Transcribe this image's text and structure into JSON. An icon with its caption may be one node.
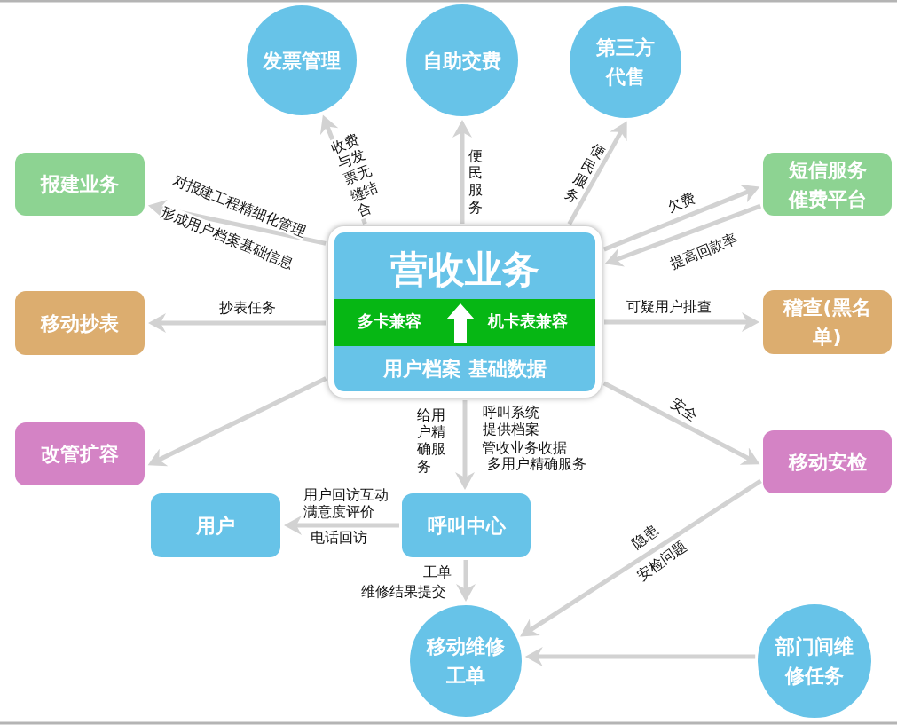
{
  "diagram": {
    "nodes": [
      {
        "text": [
          "营收业务",
          "用户档案 基础数据"
        ]
      },
      {
        "text": [
          "多卡兼容",
          "机卡表兼容"
        ],
        "in": 0
      },
      {
        "text": [
          "发票管理"
        ]
      },
      {
        "text": [
          "自助交费"
        ]
      },
      {
        "text": [
          "第三方代售"
        ]
      },
      {
        "text": [
          "报建业务"
        ]
      },
      {
        "text": [
          "短信服务催费平台"
        ]
      },
      {
        "text": [
          "移动抄表"
        ]
      },
      {
        "text": [
          "稽查(黑名单)"
        ]
      },
      {
        "text": [
          "改管扩容"
        ]
      },
      {
        "text": [
          "移动安检"
        ]
      },
      {
        "text": [
          "用户"
        ]
      },
      {
        "text": [
          "呼叫中心"
        ]
      },
      {
        "text": [
          "移动维修工单"
        ]
      },
      {
        "text": [
          "部门间维修任务"
        ]
      }
    ],
    "edges": [
      {
        "from": 0,
        "to": 2,
        "arrow": "to",
        "label": "收费与发票无缝结合"
      },
      {
        "from": 0,
        "to": 3,
        "arrow": "to",
        "label": "便民服务"
      },
      {
        "from": 0,
        "to": 4,
        "arrow": "to",
        "label": "便民服务"
      },
      {
        "from": 0,
        "to": 5,
        "arrow": "to",
        "label": "对报建工程精细化管理"
      },
      {
        "from": 0,
        "to": 6,
        "arrow": "to",
        "label": "欠费"
      },
      {
        "from": 6,
        "to": 0,
        "arrow": "to",
        "label": "提高回款率"
      },
      {
        "from": 0,
        "to": 7,
        "arrow": "to",
        "label": "抄表任务"
      },
      {
        "from": 0,
        "to": 8,
        "arrow": "to",
        "label": "可疑用户排查"
      },
      {
        "from": 0,
        "to": 9,
        "arrow": "to"
      },
      {
        "from": 0,
        "to": 10,
        "arrow": "to",
        "label": "安全"
      },
      {
        "from": 0,
        "to": 12,
        "arrow": "to",
        "label": "给用户精确服务"
      },
      {
        "from": 12,
        "to": 11,
        "arrow": "to",
        "label": "用户回访互动满意度评价"
      },
      {
        "from": 12,
        "to": 13,
        "arrow": "to",
        "label": "工单"
      },
      {
        "from": 10,
        "to": 13,
        "arrow": "to",
        "label": "隐患"
      },
      {
        "from": 14,
        "to": 13,
        "arrow": "to"
      }
    ],
    "labels": [
      "形成用户档案基础信息",
      "呼叫系统提供档案",
      "管收业务收据",
      "多用户精确服务",
      "电话回访",
      "维修结果提交",
      "安检问题"
    ]
  }
}
